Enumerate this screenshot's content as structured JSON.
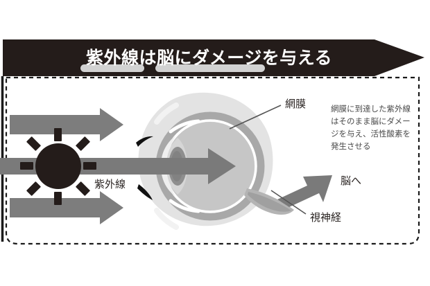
{
  "banner": {
    "title": "紫外線は脳にダメージを与える",
    "bg_color": "#241c1a",
    "text_color": "#ffffff",
    "underline_color": "#d2d2d2"
  },
  "frame": {
    "dashed_border_color": "#1a1a1a",
    "left_rule_color": "#1a1a1a"
  },
  "diagram": {
    "sun": {
      "name": "sun",
      "color": "#241c1a",
      "ray_count": 8
    },
    "uv_arrows": {
      "color": "#7d7d7d",
      "count": 3
    },
    "eye": {
      "halo_color": "#e3e3e3",
      "retina_ring_color": "#a8a8a8",
      "vitreous_color": "#c6c6c6",
      "cornea_color": "#efefef",
      "lens_color": "#8e8e8e",
      "optic_nerve_color": "#b4b4b4"
    },
    "brain_arrow": {
      "color": "#7a7a7a"
    }
  },
  "labels": {
    "retina": "網膜",
    "uv": "紫外線",
    "optic_nerve": "視神経",
    "to_brain": "脳へ"
  },
  "annotation": {
    "lines": [
      "網膜に到達した紫外線",
      "はそのまま脳にダメー",
      "ジを与え、活性酸素を",
      "発生させる"
    ],
    "color": "#4a4a4a"
  }
}
